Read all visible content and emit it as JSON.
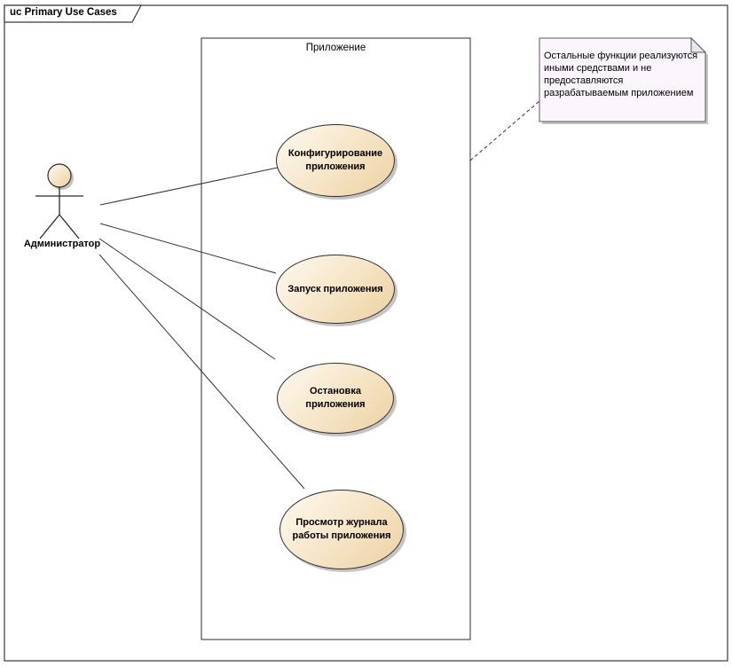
{
  "frame": {
    "title": "uc Primary Use Cases"
  },
  "boundary": {
    "label": "Приложение"
  },
  "actor": {
    "label": "Администратор"
  },
  "use_cases": [
    {
      "label": "Конфигурирование\nприложения"
    },
    {
      "label": "Запуск приложения"
    },
    {
      "label": "Остановка\nприложения"
    },
    {
      "label": "Просмотр журнала\nработы приложения"
    }
  ],
  "note": {
    "text": "Остальные функции реализуются\nиными средствами и не\nпредоставляются\nразрабатываемым приложением"
  },
  "colors": {
    "ellipse_fill_light": "#FDFAF0",
    "ellipse_fill_dark": "#EDD1A1",
    "note_fill": "#FBF6FC",
    "note_fold": "#ECE4EE",
    "shadow": "#C4C4C4",
    "line": "#333333",
    "border": "#2E2E2E"
  }
}
